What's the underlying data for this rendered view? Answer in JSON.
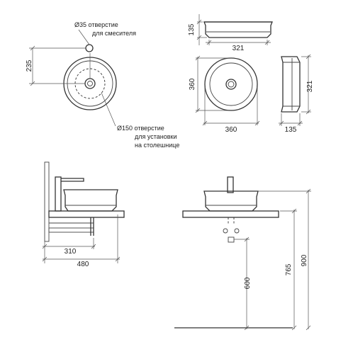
{
  "notes": {
    "mixer_hole_line1": "Ø35 отверстие",
    "mixer_hole_line2": "для смесителя",
    "mount_hole_line1": "Ø150 отверстие",
    "mount_hole_line2": "для установки",
    "mount_hole_line3": "на столешнице"
  },
  "dimensions": {
    "plan_offset": "235",
    "front_height": "135",
    "front_width": "321",
    "top_height": "360",
    "top_width": "360",
    "side_width": "321",
    "side_depth": "135",
    "left_mount_depth": "310",
    "left_total_depth": "480",
    "right_waste_height": "600",
    "right_counter_height": "765",
    "right_total_height": "900"
  }
}
